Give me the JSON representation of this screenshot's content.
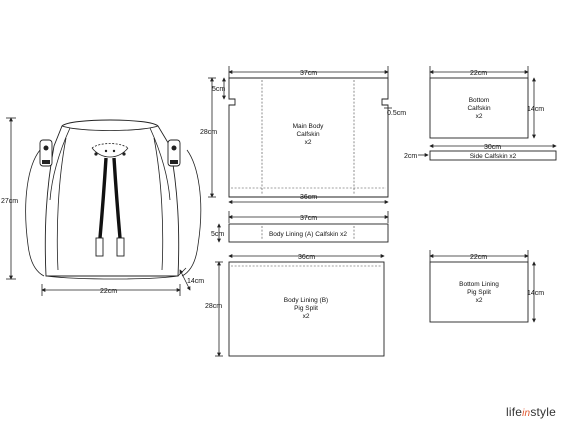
{
  "bag": {
    "height": "27cm",
    "width": "22cm",
    "depth": "14cm"
  },
  "main_body": {
    "width": "37cm",
    "inner_width": "36cm",
    "height": "28cm",
    "top_offset": "5cm",
    "side_offset": "0.5cm",
    "label": [
      "Main Body",
      "Calfskin",
      "x2"
    ]
  },
  "bottom": {
    "width": "22cm",
    "height": "14cm",
    "label": [
      "Bottom",
      "Calfskin",
      "x2"
    ]
  },
  "side": {
    "width": "30cm",
    "height": "2cm",
    "label": "Side  Calfskin  x2"
  },
  "body_lining_a": {
    "width": "37cm",
    "height": "5cm",
    "label": "Body Lining (A)  Calfskin  x2"
  },
  "body_lining_b": {
    "width": "36cm",
    "height": "28cm",
    "label": [
      "Body Lining (B)",
      "Pig Split",
      "x2"
    ]
  },
  "bottom_lining": {
    "width": "22cm",
    "height": "14cm",
    "label": [
      "Bottom Lining",
      "Pig Split",
      "x2"
    ]
  },
  "brand": {
    "part1": "life",
    "part2": "in",
    "part3": "style"
  }
}
